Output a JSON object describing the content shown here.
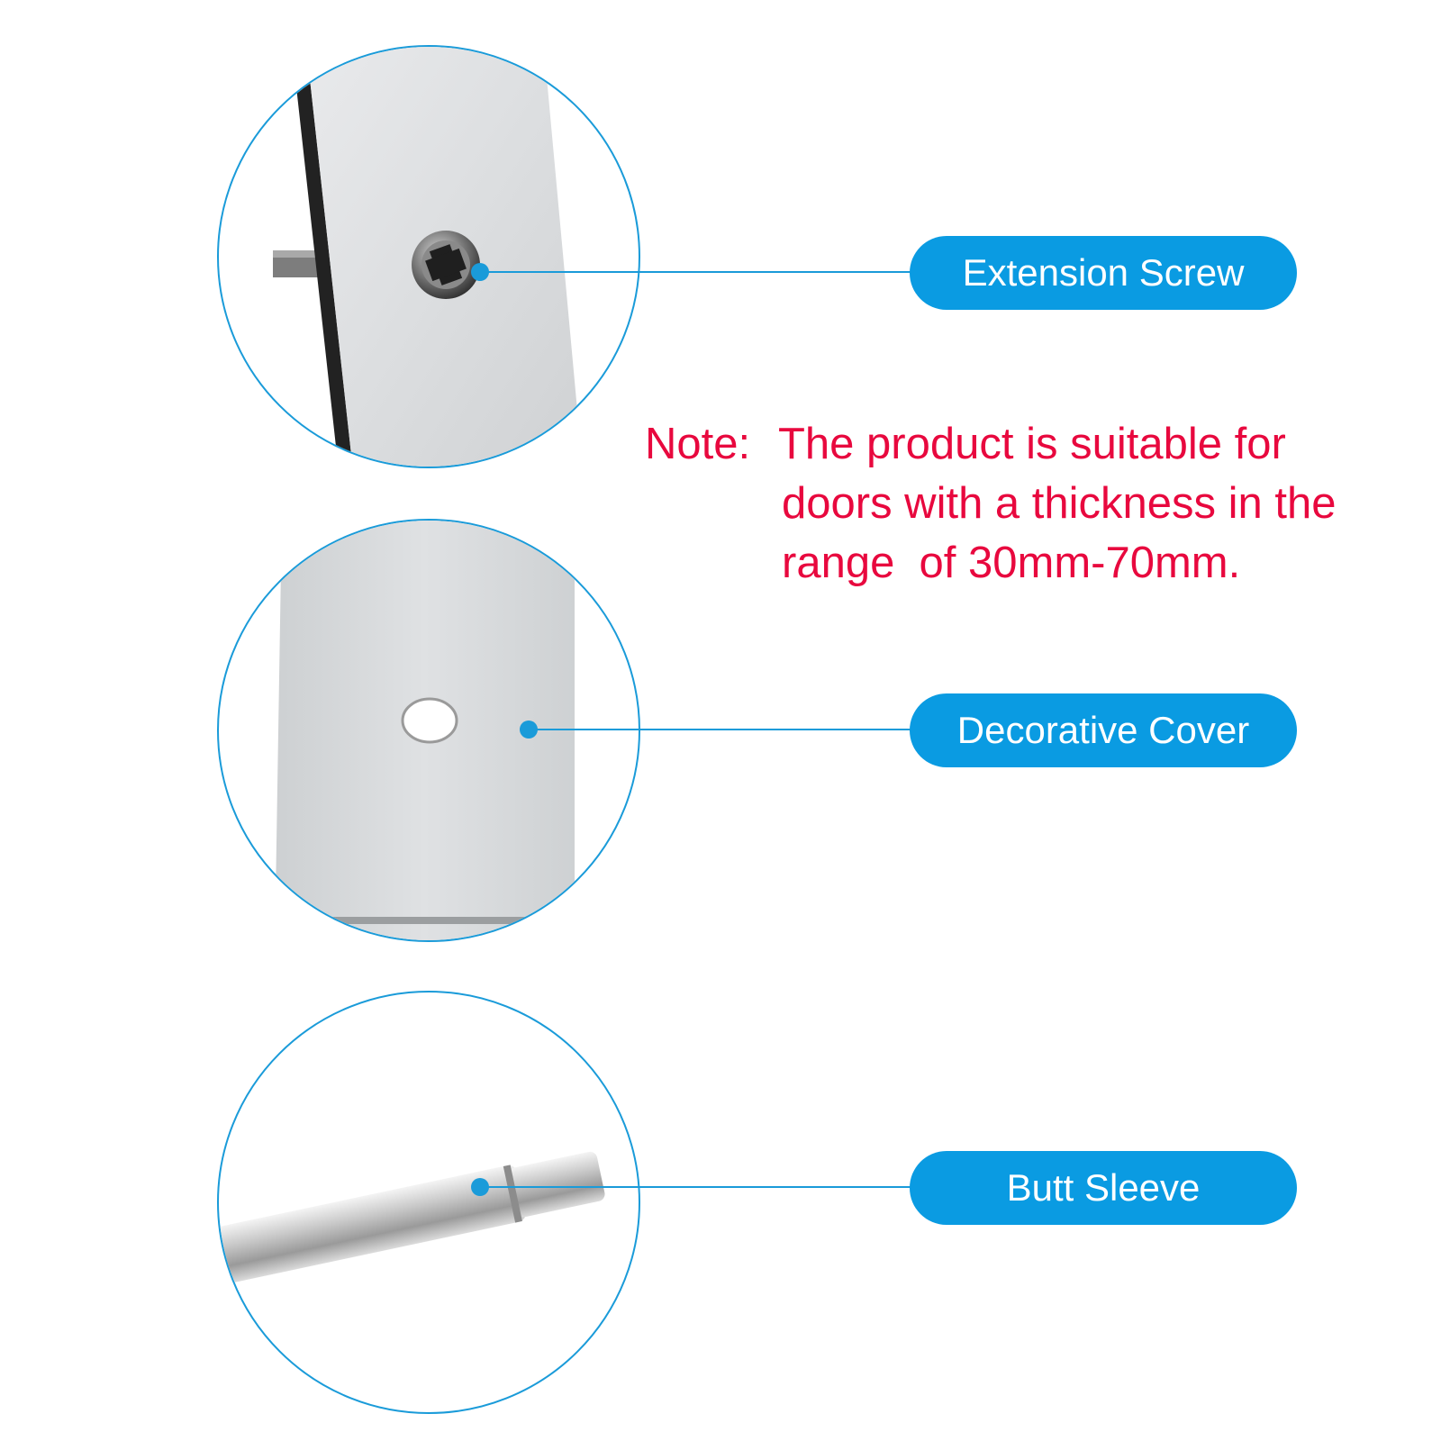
{
  "accent_color": "#0a9be2",
  "note_color": "#e8083e",
  "callouts": [
    {
      "label": "Extension Screw",
      "photo": "extension-screw-closeup"
    },
    {
      "label": "Decorative Cover",
      "photo": "decorative-cover-closeup"
    },
    {
      "label": "Butt Sleeve",
      "photo": "butt-sleeve-closeup"
    }
  ],
  "note": {
    "label": "Note:",
    "lines": [
      "The product is suitable for",
      "doors with a thickness in the",
      "range  of 30mm-70mm."
    ]
  }
}
